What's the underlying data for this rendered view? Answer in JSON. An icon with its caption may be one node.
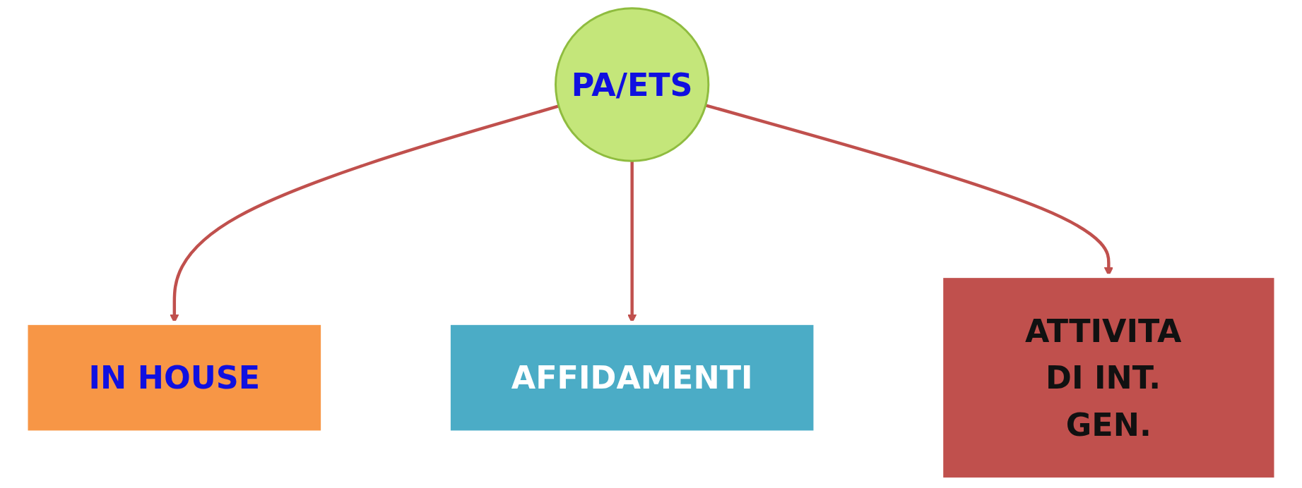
{
  "diagram": {
    "nodes": [
      {
        "text": [
          "PA/ETS"
        ]
      },
      {
        "text": [
          "IN HOUSE"
        ]
      },
      {
        "text": [
          "AFFIDAMENTI"
        ]
      },
      {
        "text": [
          "ATTIVITA DI INT. GEN."
        ]
      }
    ],
    "edges": [
      {
        "from": 0,
        "to": 1,
        "arrow": "to"
      },
      {
        "from": 0,
        "to": 2,
        "arrow": "to"
      },
      {
        "from": 0,
        "to": 3,
        "arrow": "to"
      }
    ]
  }
}
